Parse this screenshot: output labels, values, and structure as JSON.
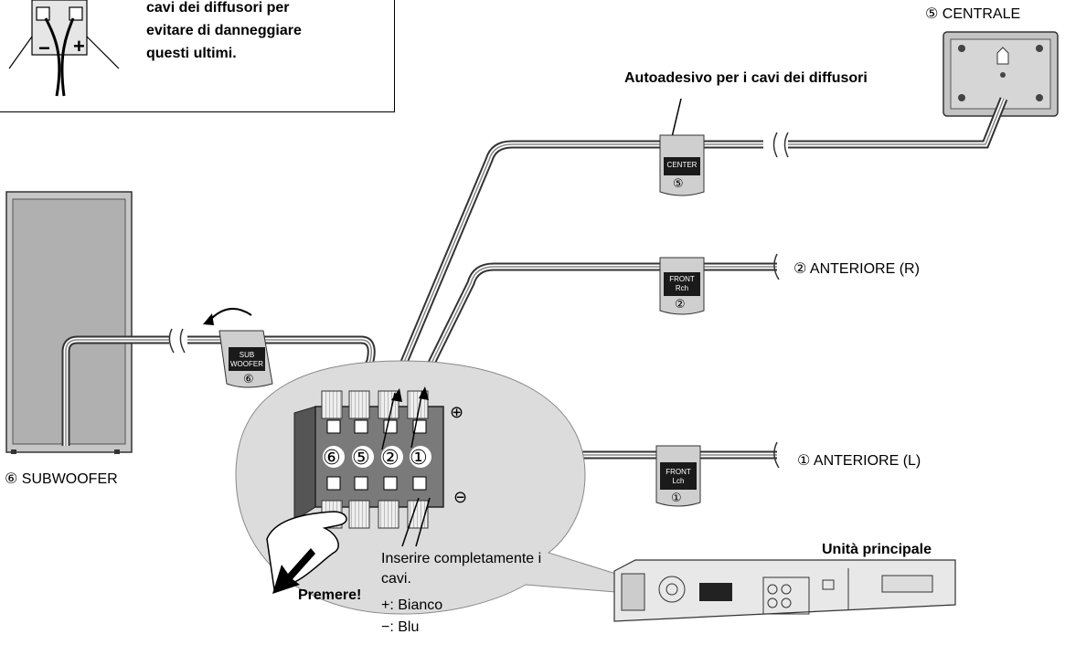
{
  "note": {
    "text": "cavi dei diffusori per\nevitare di danneggiare\nquesti ultimi."
  },
  "labels": {
    "centrale": "⑤ CENTRALE",
    "sticker_title": "Autoadesivo per i cavi dei diffusori",
    "anteriore_r": "② ANTERIORE (R)",
    "anteriore_l": "① ANTERIORE (L)",
    "subwoofer": "⑥ SUBWOOFER",
    "unita_principale": "Unità principale",
    "premere": "Premere!",
    "inserire": "Inserire completamente i cavi.",
    "plus_white": "+: Bianco",
    "minus_blue": "−: Blu",
    "plus_sign": "⊕",
    "minus_sign": "⊖"
  },
  "tags": {
    "center": {
      "line1": "CENTER",
      "line2": "",
      "num": "⑤"
    },
    "front_r": {
      "line1": "FRONT",
      "line2": "Rch",
      "num": "②"
    },
    "front_l": {
      "line1": "FRONT",
      "line2": "Lch",
      "num": "①"
    },
    "sub": {
      "line1": "SUB",
      "line2": "WOOFER",
      "num": "⑥"
    }
  },
  "terminal_numbers": [
    "⑥",
    "⑤",
    "②",
    "①"
  ],
  "colors": {
    "bubble": "#dcdcdc",
    "speaker_face": "#b8b8b8",
    "tag_dark": "#1a1a1a",
    "tag_grey": "#cfcfcf"
  }
}
